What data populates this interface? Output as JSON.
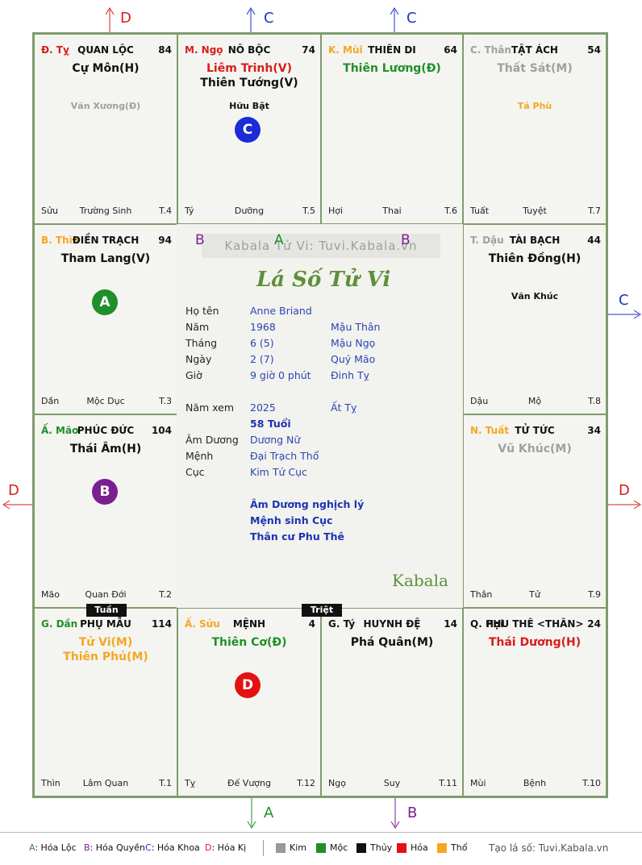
{
  "palaces": {
    "ty_snake": {
      "can": "Đ. Tỵ",
      "can_color": "#d71d1d",
      "name": "QUAN LỘC",
      "num": "84",
      "zhi": "Sửu",
      "stage": "Trường Sinh",
      "t": "T.4",
      "main": [
        {
          "text": "Cự Môn(H)",
          "color": "#111111"
        }
      ],
      "minor": [
        {
          "text": "Văn Xương(Đ)",
          "color": "#a0a0a0"
        }
      ]
    },
    "ngo": {
      "can": "M. Ngọ",
      "can_color": "#d71d1d",
      "name": "NÔ BỘC",
      "num": "74",
      "zhi": "Tý",
      "stage": "Dưỡng",
      "t": "T.5",
      "main": [
        {
          "text": "Liêm Trinh(V)",
          "color": "#d71d1d"
        },
        {
          "text": "Thiên Tướng(V)",
          "color": "#111111"
        }
      ],
      "minor": [
        {
          "text": "Hữu Bật",
          "color": "#111111"
        }
      ]
    },
    "mui": {
      "can": "K. Mùi",
      "can_color": "#f5a623",
      "name": "THIÊN DI",
      "num": "64",
      "zhi": "Hợi",
      "stage": "Thai",
      "t": "T.6",
      "main": [
        {
          "text": "Thiên Lương(Đ)",
          "color": "#1f8f2a"
        }
      ],
      "minor": []
    },
    "than_monkey": {
      "can": "C. Thân",
      "can_color": "#a0a0a0",
      "name": "TẬT ÁCH",
      "num": "54",
      "zhi": "Tuất",
      "stage": "Tuyệt",
      "t": "T.7",
      "main": [
        {
          "text": "Thất Sát(M)",
          "color": "#a0a0a0"
        }
      ],
      "minor": [
        {
          "text": "Tả Phù",
          "color": "#f5a623"
        }
      ]
    },
    "thin": {
      "can": "B. Thìn",
      "can_color": "#f5a623",
      "name": "ĐIỀN TRẠCH",
      "num": "94",
      "zhi": "Dần",
      "stage": "Mộc Dục",
      "t": "T.3",
      "main": [
        {
          "text": "Tham Lang(V)",
          "color": "#111111"
        }
      ],
      "minor": []
    },
    "dau": {
      "can": "T. Dậu",
      "can_color": "#a0a0a0",
      "name": "TÀI BẠCH",
      "num": "44",
      "zhi": "Dậu",
      "stage": "Mộ",
      "t": "T.8",
      "main": [
        {
          "text": "Thiên Đồng(H)",
          "color": "#111111"
        }
      ],
      "minor": [
        {
          "text": "Văn Khúc",
          "color": "#111111"
        }
      ]
    },
    "mao": {
      "can": "Ấ. Mão",
      "can_color": "#1f8f2a",
      "name": "PHÚC ĐỨC",
      "num": "104",
      "zhi": "Mão",
      "stage": "Quan Đới",
      "t": "T.2",
      "main": [
        {
          "text": "Thái Âm(H)",
          "color": "#111111"
        }
      ],
      "minor": []
    },
    "tuat": {
      "can": "N. Tuất",
      "can_color": "#f5a623",
      "name": "TỬ TỨC",
      "num": "34",
      "zhi": "Thân",
      "stage": "Tử",
      "t": "T.9",
      "main": [
        {
          "text": "Vũ Khúc(M)",
          "color": "#a0a0a0"
        }
      ],
      "minor": []
    },
    "dan": {
      "can": "G. Dần",
      "can_color": "#1f8f2a",
      "name": "PHỤ MẪU",
      "num": "114",
      "zhi": "Thìn",
      "stage": "Lâm Quan",
      "t": "T.1",
      "main": [
        {
          "text": "Tử Vi(M)",
          "color": "#f5a623"
        },
        {
          "text": "Thiên Phủ(M)",
          "color": "#f5a623"
        }
      ],
      "minor": []
    },
    "suu": {
      "can": "Ấ. Sửu",
      "can_color": "#f5a623",
      "name": "MỆNH",
      "num": "4",
      "zhi": "Tỵ",
      "stage": "Đế Vượng",
      "t": "T.12",
      "main": [
        {
          "text": "Thiên Cơ(Đ)",
          "color": "#1f8f2a"
        }
      ],
      "minor": []
    },
    "ty_rat": {
      "can": "G. Tý",
      "can_color": "#111111",
      "name": "HUYNH ĐỆ",
      "num": "14",
      "zhi": "Ngọ",
      "stage": "Suy",
      "t": "T.11",
      "main": [
        {
          "text": "Phá Quân(M)",
          "color": "#111111"
        }
      ],
      "minor": []
    },
    "hoi": {
      "can": "Q. Hợi",
      "can_color": "#111111",
      "name": "PHU THÊ <THÂN>",
      "num": "24",
      "zhi": "Mùi",
      "stage": "Bệnh",
      "t": "T.10",
      "main": [
        {
          "text": "Thái Dương(H)",
          "color": "#d71d1d"
        }
      ],
      "minor": []
    }
  },
  "center": {
    "watermark": "Kabala Tử Vi: Tuvi.Kabala.vn",
    "logo": "Lá Số Tử Vi",
    "brand": "Kabala",
    "rows": [
      {
        "label": "Họ tên",
        "value": "Anne Briand",
        "extra": ""
      },
      {
        "label": "Năm",
        "value": "1968",
        "extra": "Mậu Thân"
      },
      {
        "label": "Tháng",
        "value": "6  (5)",
        "extra": "Mậu Ngọ"
      },
      {
        "label": "Ngày",
        "value": "2  (7)",
        "extra": "Quý Mão"
      },
      {
        "label": "Giờ",
        "value": "9 giờ 0 phút",
        "extra": "Đinh Tỵ"
      }
    ],
    "rows2": [
      {
        "label": "Năm xem",
        "value": "2025",
        "extra": "Ất Tỵ"
      },
      {
        "label": "",
        "value": "58 Tuổi",
        "extra": ""
      },
      {
        "label": "Âm Dương",
        "value": "Dương Nữ",
        "extra": ""
      },
      {
        "label": "Mệnh",
        "value": "Đại Trạch Thổ",
        "extra": ""
      },
      {
        "label": "Cục",
        "value": "Kim Tứ Cục",
        "extra": ""
      }
    ],
    "notes": [
      "Âm Dương nghịch lý",
      "Mệnh sinh Cục",
      "Thân cư Phu Thê"
    ]
  },
  "badges": {
    "a": "A",
    "b": "B",
    "c": "C",
    "d": "D"
  },
  "tags": {
    "tuan": "Tuần",
    "triet": "Triệt"
  },
  "arrow_labels": {
    "top_left": "D",
    "top_mid": "C",
    "top_right": "C",
    "right_upper": "C",
    "left": "D",
    "right": "D",
    "bottom_a": "A",
    "bottom_b": "B",
    "line_b1": "B",
    "line_a": "A",
    "line_b2": "B"
  },
  "colors": {
    "red": "#d71d1d",
    "blue": "#1d33c9",
    "green": "#1f8f2a",
    "purple": "#7a1f8f",
    "orange": "#f5a623",
    "gray": "#a0a0a0"
  },
  "legend": {
    "hoa": [
      {
        "key": "A",
        "text": ": Hóa Lộc",
        "color": "#1f8f2a"
      },
      {
        "key": "B",
        "text": ": Hóa Quyền",
        "color": "#7a1f8f"
      },
      {
        "key": "C",
        "text": ": Hóa Khoa",
        "color": "#1d33c9"
      },
      {
        "key": "D",
        "text": ": Hóa Kị",
        "color": "#d71d1d"
      }
    ],
    "elements": [
      {
        "text": "Kim",
        "color": "#999999"
      },
      {
        "text": "Mộc",
        "color": "#1f8f2a"
      },
      {
        "text": "Thủy",
        "color": "#111111"
      },
      {
        "text": "Hỏa",
        "color": "#e31212"
      },
      {
        "text": "Thổ",
        "color": "#f5a623"
      }
    ],
    "site": "Tạo lá số: Tuvi.Kabala.vn"
  }
}
